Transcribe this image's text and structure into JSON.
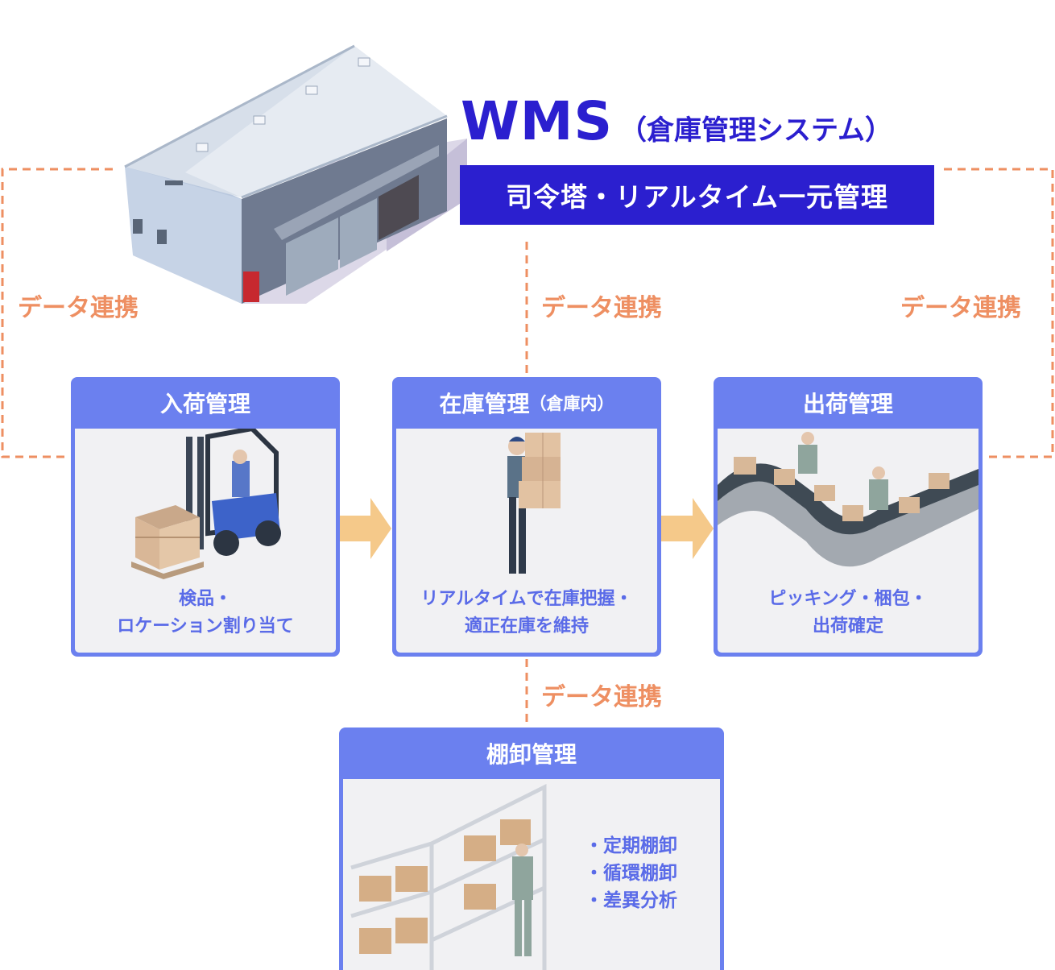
{
  "header": {
    "title_main": "WMS",
    "title_sub": "（倉庫管理システム）",
    "tagline": "司令塔・リアルタイム一元管理"
  },
  "links": {
    "left": "データ連携",
    "center": "データ連携",
    "right": "データ連携",
    "bottom": "データ連携"
  },
  "processes": {
    "inbound": {
      "title": "入荷管理",
      "desc_line1": "検品・",
      "desc_line2": "ロケーション割り当て"
    },
    "inventory": {
      "title": "在庫管理",
      "title_note": "（倉庫内）",
      "desc_line1": "リアルタイムで在庫把握・",
      "desc_line2": "適正在庫を維持"
    },
    "outbound": {
      "title": "出荷管理",
      "desc_line1": "ピッキング・梱包・",
      "desc_line2": "出荷確定"
    },
    "stocktake": {
      "title": "棚卸管理",
      "items": [
        "・定期棚卸",
        "・循環棚卸",
        "・差異分析"
      ]
    }
  },
  "colors": {
    "brand": "#2b1fcf",
    "card": "#6b80ef",
    "link": "#ee8f62",
    "arrow": "#f5c98a"
  }
}
